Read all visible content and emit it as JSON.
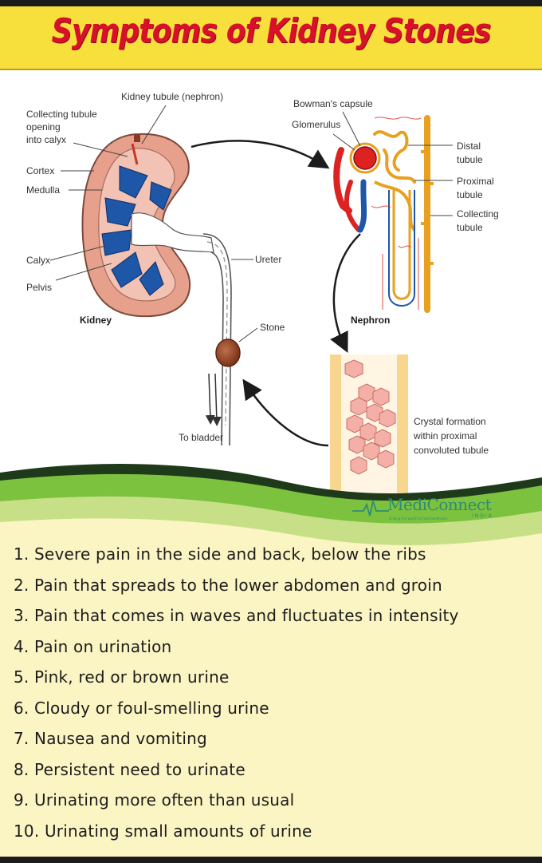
{
  "title": "Symptoms of Kidney Stones",
  "diagram": {
    "labels": {
      "kidney_tubule": "Kidney tubule (nephron)",
      "collecting_tubule_1": "Collecting tubule",
      "collecting_tubule_2": "opening",
      "collecting_tubule_3": "into calyx",
      "cortex": "Cortex",
      "medulla": "Medulla",
      "calyx": "Calyx",
      "pelvis": "Pelvis",
      "kidney": "Kidney",
      "ureter": "Ureter",
      "stone": "Stone",
      "to_bladder": "To bladder",
      "bowmans_capsule": "Bowman's capsule",
      "glomerulus": "Glomerulus",
      "distal_1": "Distal",
      "distal_2": "tubule",
      "proximal_1": "Proximal",
      "proximal_2": "tubule",
      "collecting_1": "Collecting",
      "collecting_2": "tubule",
      "nephron": "Nephron",
      "crystal_1": "Crystal formation",
      "crystal_2": "within proximal",
      "crystal_3": "convoluted tubule"
    }
  },
  "brand": {
    "name": "MediConnect",
    "sub": "INDIA",
    "tagline": "Linking the world to India healthcare"
  },
  "symptoms": [
    "1. Severe pain in the side and back, below the ribs",
    "2. Pain that spreads to the lower abdomen and groin",
    "3. Pain that comes in waves and fluctuates in intensity",
    "4. Pain on urination",
    "5. Pink, red or brown urine",
    "6. Cloudy or foul-smelling urine",
    "7. Nausea and vomiting",
    "8. Persistent need to urinate",
    "9. Urinating more often than usual",
    "10. Urinating small amounts of urine"
  ],
  "colors": {
    "banner": "#f7df3c",
    "title": "#d8102a",
    "background": "#fbf4c3",
    "wave_green": "#7cc23f",
    "brand": "#2e8c73",
    "kidney_cortex": "#e6a08c",
    "kidney_medulla": "#1e56a8"
  }
}
